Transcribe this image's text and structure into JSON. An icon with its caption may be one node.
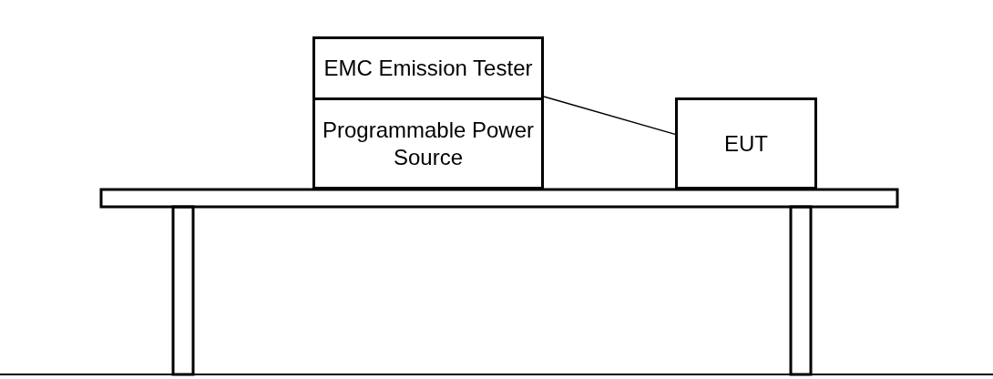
{
  "diagram": {
    "nodes": [
      {
        "text": [
          "EMC Emission Tester"
        ]
      },
      {
        "text": [
          "Programmable Power Source"
        ]
      },
      {
        "text": [
          "EUT"
        ]
      }
    ],
    "edges": [
      {
        "from": 0,
        "to": 2,
        "arrow": "none"
      }
    ]
  }
}
